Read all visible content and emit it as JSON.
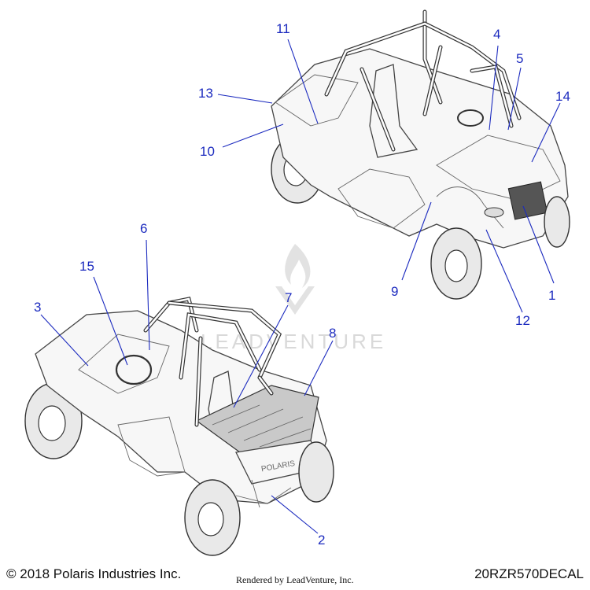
{
  "diagram": {
    "callouts": [
      {
        "number": "1"
      },
      {
        "number": "2"
      },
      {
        "number": "3"
      },
      {
        "number": "4"
      },
      {
        "number": "5"
      },
      {
        "number": "6"
      },
      {
        "number": "7"
      },
      {
        "number": "8"
      },
      {
        "number": "9"
      },
      {
        "number": "10"
      },
      {
        "number": "11"
      },
      {
        "number": "12"
      },
      {
        "number": "13"
      },
      {
        "number": "14"
      },
      {
        "number": "15"
      }
    ],
    "views": [
      {
        "vehicle": "RZR 570",
        "angle": "front-three-quarter"
      },
      {
        "vehicle": "RZR 570",
        "angle": "rear-three-quarter"
      }
    ]
  },
  "watermark": {
    "text": "LEADVENTURE",
    "icon": "leadventure-flame-logo"
  },
  "footer": {
    "copyright": "© 2018 Polaris Industries Inc.",
    "rendered_by": "Rendered by LeadVenture, Inc.",
    "diagram_code": "20RZR570DECAL"
  },
  "colors": {
    "callout": "#1c2bbf",
    "line_art": "#333333",
    "background": "#ffffff"
  }
}
